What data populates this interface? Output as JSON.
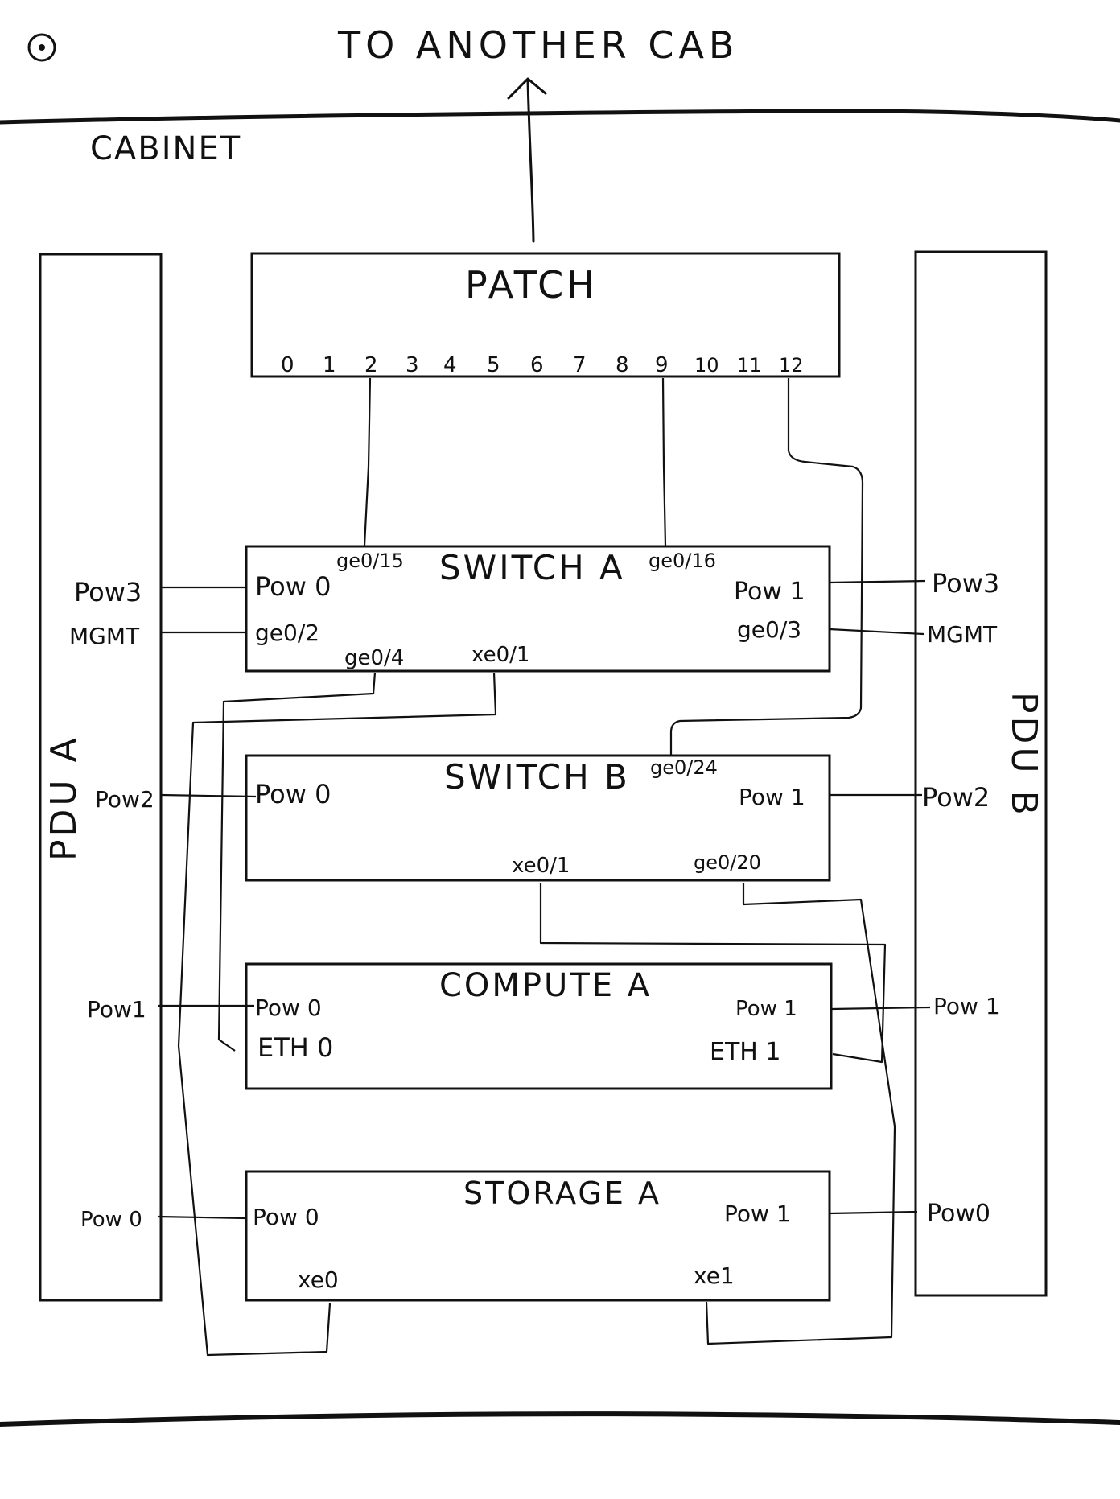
{
  "header": {
    "destination": "TO ANOTHER CAB"
  },
  "cabinet_label": "CABINET",
  "pdu_a": {
    "title": "PDU A",
    "ports": [
      "Pow3",
      "MGMT",
      "Pow2",
      "Pow1",
      "Pow 0"
    ]
  },
  "pdu_b": {
    "title": "PDU B",
    "ports": [
      "Pow3",
      "MGMT",
      "Pow2",
      "Pow 1",
      "Pow0"
    ]
  },
  "patch": {
    "title": "PATCH",
    "ports": [
      "0",
      "1",
      "2",
      "3",
      "4",
      "5",
      "6",
      "7",
      "8",
      "9",
      "10",
      "11",
      "12"
    ]
  },
  "switch_a": {
    "title": "SWITCH A",
    "ports": {
      "pow0": "Pow 0",
      "pow1": "Pow 1",
      "ge015": "ge0/15",
      "ge016": "ge0/16",
      "ge02": "ge0/2",
      "ge03": "ge0/3",
      "ge04": "ge0/4",
      "xe01": "xe0/1"
    }
  },
  "switch_b": {
    "title": "SWITCH B",
    "ports": {
      "pow0": "Pow 0",
      "pow1": "Pow 1",
      "ge024": "ge0/24",
      "xe01": "xe0/1",
      "ge020": "ge0/20"
    }
  },
  "compute_a": {
    "title": "COMPUTE A",
    "ports": {
      "pow0": "Pow 0",
      "pow1": "Pow 1",
      "eth0": "ETH 0",
      "eth1": "ETH 1"
    }
  },
  "storage_a": {
    "title": "STORAGE A",
    "ports": {
      "pow0": "Pow 0",
      "pow1": "Pow 1",
      "xe0": "xe0",
      "xe1": "xe1"
    }
  }
}
